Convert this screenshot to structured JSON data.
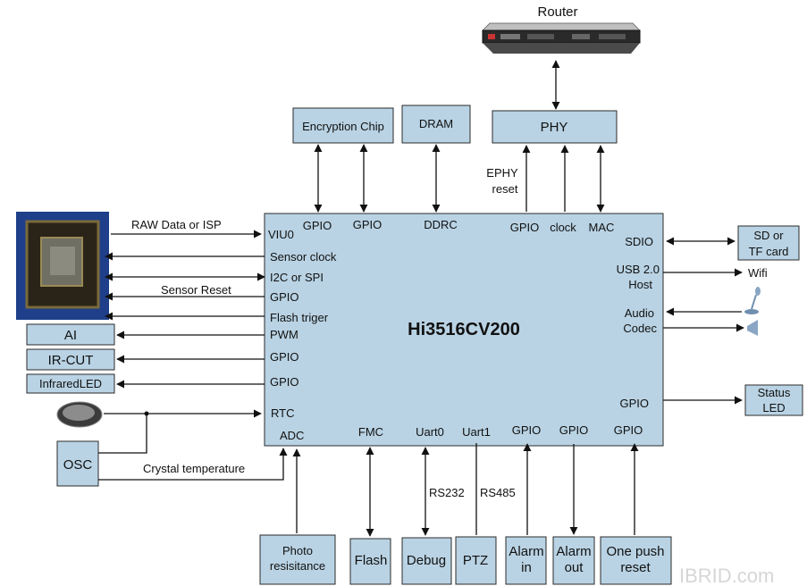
{
  "top": {
    "router": "Router",
    "phy": "PHY",
    "encryption_chip": "Encryption Chip",
    "dram": "DRAM"
  },
  "chip": {
    "name": "Hi3516CV200",
    "top_pins": {
      "gpio_a": "GPIO",
      "gpio_b": "GPIO",
      "ddrc": "DDRC",
      "gpio_c": "GPIO",
      "clock": "clock",
      "mac": "MAC"
    },
    "left_pins": {
      "viu0": "VIU0",
      "sensor_clock": "Sensor clock",
      "i2c_spi": "I2C or SPI",
      "gpio_reset": "GPIO",
      "flash_triger": "Flash triger",
      "pwm": "PWM",
      "gpio_ircut": "GPIO",
      "gpio_led": "GPIO",
      "rtc": "RTC",
      "adc": "ADC"
    },
    "right_pins": {
      "sdio": "SDIO",
      "usb_line1": "USB 2.0",
      "usb_line2": "Host",
      "audio_line1": "Audio",
      "audio_line2": "Codec",
      "gpio_status": "GPIO"
    },
    "bottom_pins": {
      "fmc": "FMC",
      "uart0": "Uart0",
      "uart1": "Uart1",
      "gpio_alarm_in": "GPIO",
      "gpio_alarm_out": "GPIO",
      "gpio_reset": "GPIO"
    }
  },
  "signals": {
    "raw_data": "RAW Data or ISP",
    "sensor_reset": "Sensor Reset",
    "ephy_line1": "EPHY",
    "ephy_line2": "reset",
    "rs232": "RS232",
    "rs485": "RS485",
    "crystal_temp": "Crystal temperature",
    "wifi": "Wifi"
  },
  "left_boxes": {
    "ai": "AI",
    "ir_cut": "IR-CUT",
    "infrared_led": "InfraredLED",
    "osc": "OSC"
  },
  "right_boxes": {
    "sd_line1": "SD or",
    "sd_line2": "TF card",
    "status_line1": "Status",
    "status_line2": "LED"
  },
  "bottom_boxes": {
    "photo_line1": "Photo",
    "photo_line2": "resisitance",
    "flash": "Flash",
    "debug": "Debug",
    "ptz": "PTZ",
    "alarm_in_line1": "Alarm",
    "alarm_in_line2": "in",
    "alarm_out_line1": "Alarm",
    "alarm_out_line2": "out",
    "reset_line1": "One push",
    "reset_line2": "reset"
  },
  "watermark": "IBRID.com",
  "colors": {
    "box_fill": "#b9d3e4",
    "line": "#111111"
  }
}
